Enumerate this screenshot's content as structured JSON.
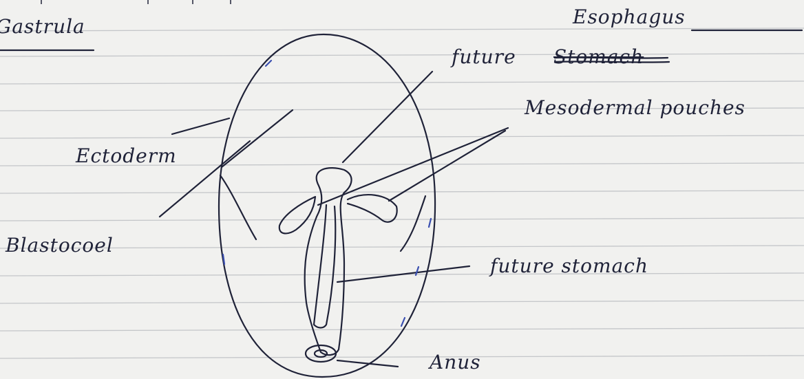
{
  "page": {
    "paper_color": "#f1f1ef",
    "rule_color": "#c4c6c9",
    "ink_color": "#1f2238"
  },
  "title": "Gastrula",
  "labels": {
    "esophagus": "Esophagus",
    "future_struck": "future",
    "struck_word": "Stomach",
    "mesodermal_pouches": "Mesodermal pouches",
    "ectoderm": "Ectoderm",
    "blastocoel": "Blastocoel",
    "future_stomach": "future stomach",
    "anus": "Anus"
  }
}
